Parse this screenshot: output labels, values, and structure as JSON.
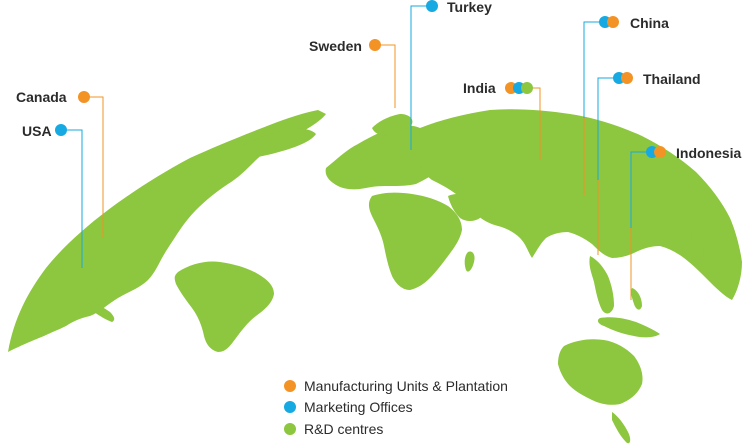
{
  "colors": {
    "manufacturing": "#f39325",
    "marketing": "#17a9e1",
    "rnd": "#8dc63f",
    "land": "#8dc63f"
  },
  "locations": [
    {
      "id": "canada",
      "name": "Canada",
      "categories": [
        "manufacturing"
      ]
    },
    {
      "id": "usa",
      "name": "USA",
      "categories": [
        "marketing"
      ]
    },
    {
      "id": "sweden",
      "name": "Sweden",
      "categories": [
        "manufacturing"
      ]
    },
    {
      "id": "turkey",
      "name": "Turkey",
      "categories": [
        "marketing"
      ]
    },
    {
      "id": "india",
      "name": "India",
      "categories": [
        "manufacturing",
        "marketing",
        "rnd"
      ]
    },
    {
      "id": "china",
      "name": "China",
      "categories": [
        "marketing",
        "manufacturing"
      ]
    },
    {
      "id": "thailand",
      "name": "Thailand",
      "categories": [
        "marketing",
        "manufacturing"
      ]
    },
    {
      "id": "indonesia",
      "name": "Indonesia",
      "categories": [
        "marketing",
        "manufacturing"
      ]
    }
  ],
  "legend": [
    {
      "key": "manufacturing",
      "label": "Manufacturing Units & Plantation"
    },
    {
      "key": "marketing",
      "label": "Marketing Offices"
    },
    {
      "key": "rnd",
      "label": "R&D centres"
    }
  ]
}
